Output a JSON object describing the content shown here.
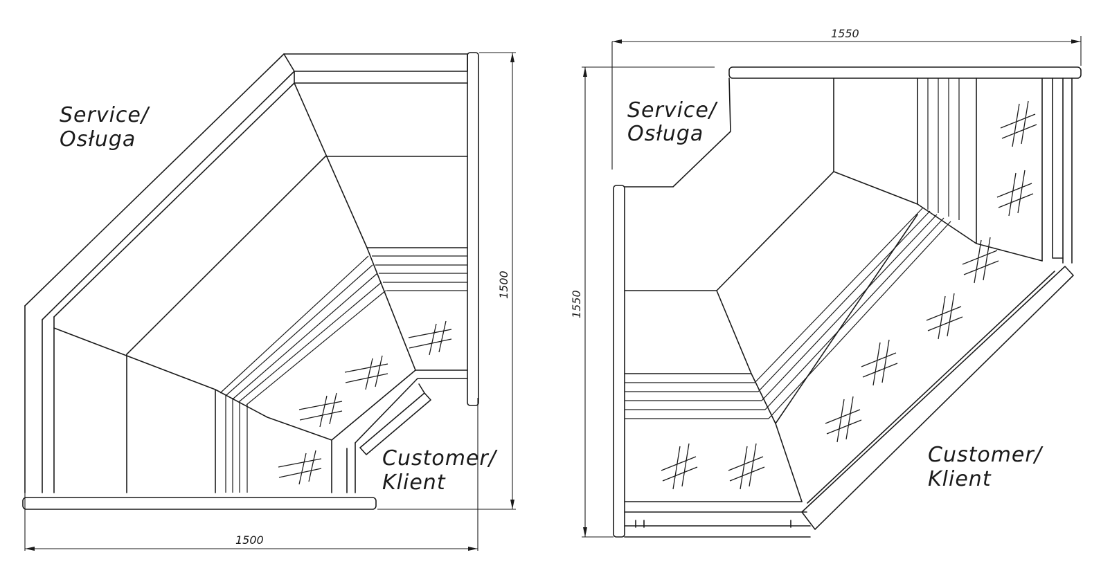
{
  "left_view": {
    "service_label": "Service/",
    "service_label_pl": "Osługa",
    "customer_label": "Customer/",
    "customer_label_pl": "Klient",
    "width_dimension": "1500",
    "height_dimension": "1500"
  },
  "right_view": {
    "service_label": "Service/",
    "service_label_pl": "Osługa",
    "customer_label": "Customer/",
    "customer_label_pl": "Klient",
    "width_dimension": "1550",
    "height_dimension": "1550"
  }
}
